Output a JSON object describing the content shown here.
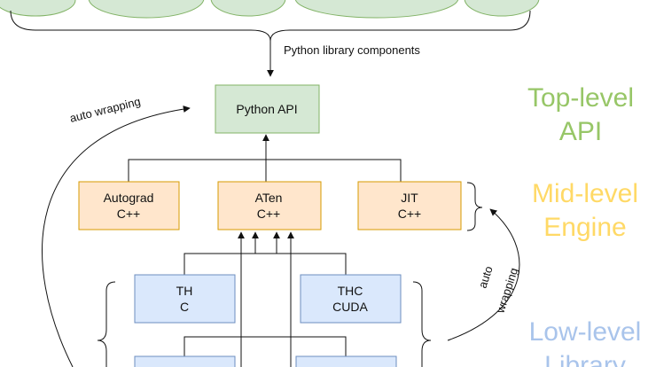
{
  "labels": {
    "python_library_components": "Python library components",
    "auto_wrapping_left": "auto wrapping",
    "auto_wrapping_right_1": "auto",
    "auto_wrapping_right_2": "wrapping"
  },
  "boxes": {
    "python_api": "Python API",
    "autograd": [
      "Autograd",
      "C++"
    ],
    "aten": [
      "ATen",
      "C++"
    ],
    "jit": [
      "JIT",
      "C++"
    ],
    "th": [
      "TH",
      "C"
    ],
    "thc": [
      "THC",
      "CUDA"
    ]
  },
  "tiers": {
    "top": [
      "Top-level",
      "API"
    ],
    "mid": [
      "Mid-level",
      "Engine"
    ],
    "low": [
      "Low-level",
      "Library"
    ]
  },
  "colors": {
    "green_fill": "#d5e8d4",
    "green_stroke": "#82b366",
    "green_text": "#97c667",
    "orange_fill": "#ffe6cc",
    "orange_stroke": "#d79b00",
    "orange_text": "#ffd966",
    "blue_fill": "#dae8fc",
    "blue_stroke": "#6c8ebf",
    "blue_text": "#a9c4eb"
  }
}
